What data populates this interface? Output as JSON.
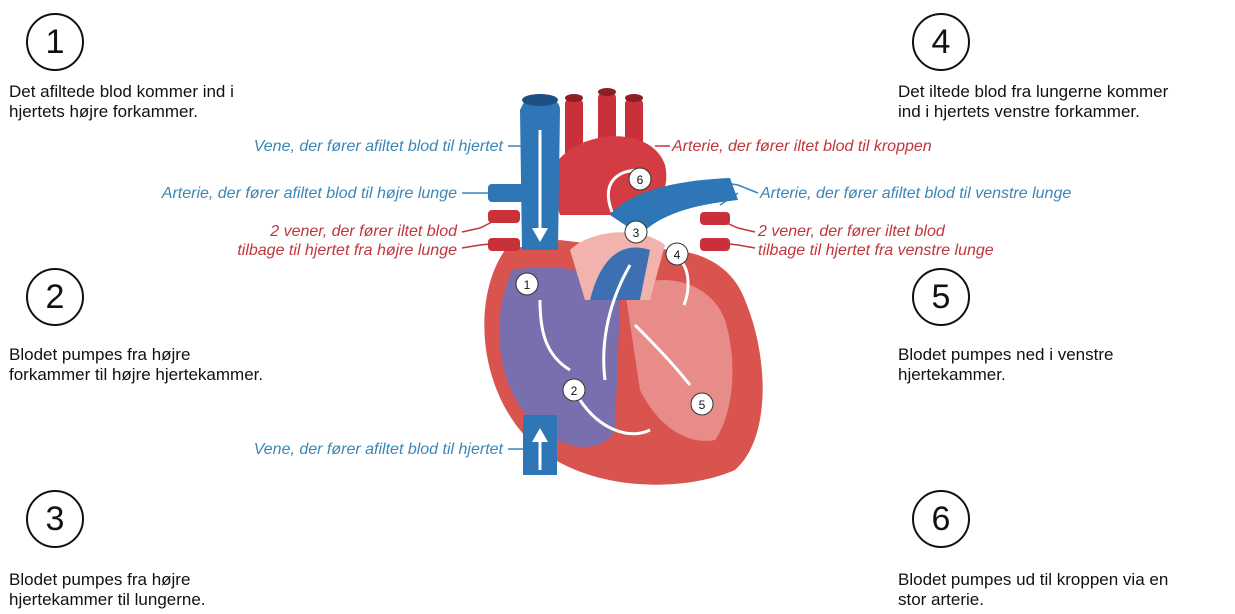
{
  "steps": [
    {
      "number": "1",
      "text_line1": "Det afiltede blod kommer ind i",
      "text_line2": "hjertets højre forkammer."
    },
    {
      "number": "2",
      "text_line1": "Blodet pumpes fra højre",
      "text_line2": "forkammer til højre hjertekammer."
    },
    {
      "number": "3",
      "text_line1": "Blodet pumpes fra højre",
      "text_line2": "hjertekammer til lungerne."
    },
    {
      "number": "4",
      "text_line1": "Det iltede blod fra lungerne kommer",
      "text_line2": "ind i hjertets venstre forkammer."
    },
    {
      "number": "5",
      "text_line1": "Blodet pumpes ned i venstre",
      "text_line2": "hjertekammer."
    },
    {
      "number": "6",
      "text_line1": "Blodet pumpes ud til kroppen via en",
      "text_line2": "stor arterie."
    }
  ],
  "labels": {
    "vein_top": "Vene, der fører afiltet blod til hjertet",
    "artery_right_lung": "Arterie, der fører afiltet blod til højre lunge",
    "veins_right_lung_line1": "2 vener, der fører iltet blod",
    "veins_right_lung_line2": "tilbage til hjertet fra højre lunge",
    "vein_bottom": "Vene, der fører afiltet blod til hjertet",
    "artery_body": "Arterie, der fører iltet blod til kroppen",
    "artery_left_lung": "Arterie, der fører afiltet blod til venstre lunge",
    "veins_left_lung_line1": "2 vener, der fører iltet blod",
    "veins_left_lung_line2": "tilbage til hjertet fra venstre lunge"
  },
  "heart_markers": [
    "1",
    "2",
    "3",
    "4",
    "5",
    "6"
  ],
  "colors": {
    "deoxygenated_blue": "#3a86b8",
    "oxygenated_red": "#c0363a",
    "heart_muscle": "#d9534f",
    "chamber_blue": "#6f72b8"
  }
}
